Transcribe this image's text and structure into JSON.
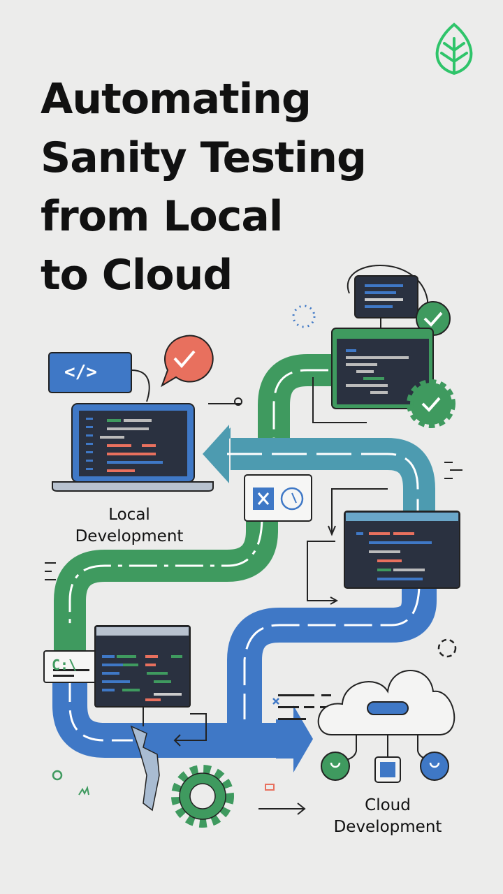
{
  "title": {
    "lines": [
      "Automating",
      "Sanity Testing",
      "from Local",
      "to Cloud"
    ]
  },
  "labels": {
    "local": [
      "Local",
      "Development"
    ],
    "cloud": [
      "Cloud",
      "Development"
    ]
  },
  "icons": {
    "code_tag": "</>",
    "prompt": "C:\\"
  },
  "colors": {
    "background": "#ececeb",
    "green": "#3f9a5f",
    "blue": "#3f78c6",
    "teal": "#4d9bb0",
    "dark": "#222a3a",
    "red": "#e8705e",
    "logo": "#2fc46a"
  }
}
